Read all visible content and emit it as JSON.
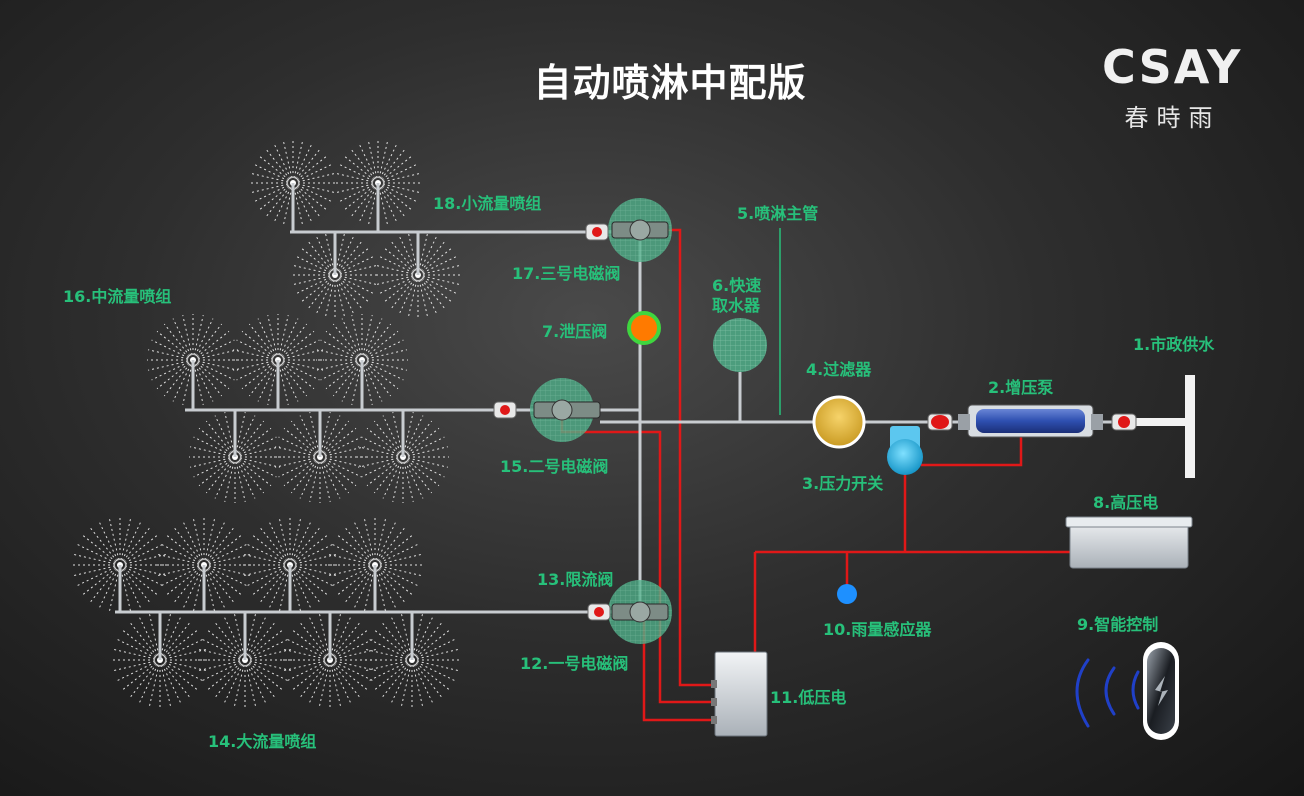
{
  "title": "自动喷淋中配版",
  "brand": {
    "logo_text": "CSAY",
    "chinese_name": "春時雨"
  },
  "colors": {
    "label": "#27c07a",
    "pipe": "#c8ccd0",
    "wire": "#e01818",
    "pressure_valve": "#ff7a00",
    "filter": "#e5b83c",
    "switch": "#29b6e8",
    "rain_sensor": "#1e90ff",
    "solenoid": "#4fae88"
  },
  "labels": {
    "supply": "1.市政供水",
    "booster_pump": "2.增压泵",
    "pressure_switch": "3.压力开关",
    "filter": "4.过滤器",
    "main_pipe": "5.喷淋主管",
    "quick_water_line1": "6.快速",
    "quick_water_line2": "取水器",
    "relief_valve": "7.泄压阀",
    "high_voltage": "8.高压电",
    "smart_control": "9.智能控制",
    "rain_sensor": "10.雨量感应器",
    "low_voltage": "11.低压电",
    "solenoid_1": "12.一号电磁阀",
    "flow_limit_valve": "13.限流阀",
    "large_group": "14.大流量喷组",
    "solenoid_2": "15.二号电磁阀",
    "medium_group": "16.中流量喷组",
    "solenoid_3": "17.三号电磁阀",
    "small_group": "18.小流量喷组"
  }
}
